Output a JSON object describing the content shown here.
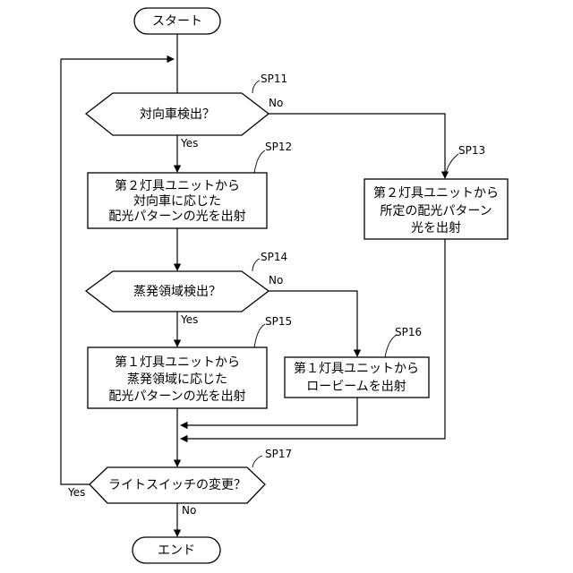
{
  "terminals": {
    "start": "スタート",
    "end": "エンド"
  },
  "steps": {
    "sp11": {
      "id": "SP11",
      "lines": [
        "対向車検出？"
      ]
    },
    "sp12": {
      "id": "SP12",
      "lines": [
        "第２灯具ユニットから",
        "対向車に応じた",
        "配光パターンの光を出射"
      ]
    },
    "sp13": {
      "id": "SP13",
      "lines": [
        "第２灯具ユニットから",
        "所定の配光パターン",
        "光を出射"
      ]
    },
    "sp14": {
      "id": "SP14",
      "lines": [
        "蒸発領域検出？"
      ]
    },
    "sp15": {
      "id": "SP15",
      "lines": [
        "第１灯具ユニットから",
        "蒸発領域に応じた",
        "配光パターンの光を出射"
      ]
    },
    "sp16": {
      "id": "SP16",
      "lines": [
        "第１灯具ユニットから",
        "ロービームを出射"
      ]
    },
    "sp17": {
      "id": "SP17",
      "lines": [
        "ライトスイッチの変更？"
      ]
    }
  },
  "branches": {
    "sp11_yes": "Yes",
    "sp11_no": "No",
    "sp14_yes": "Yes",
    "sp14_no": "No",
    "sp17_yes": "Yes",
    "sp17_no": "No"
  }
}
